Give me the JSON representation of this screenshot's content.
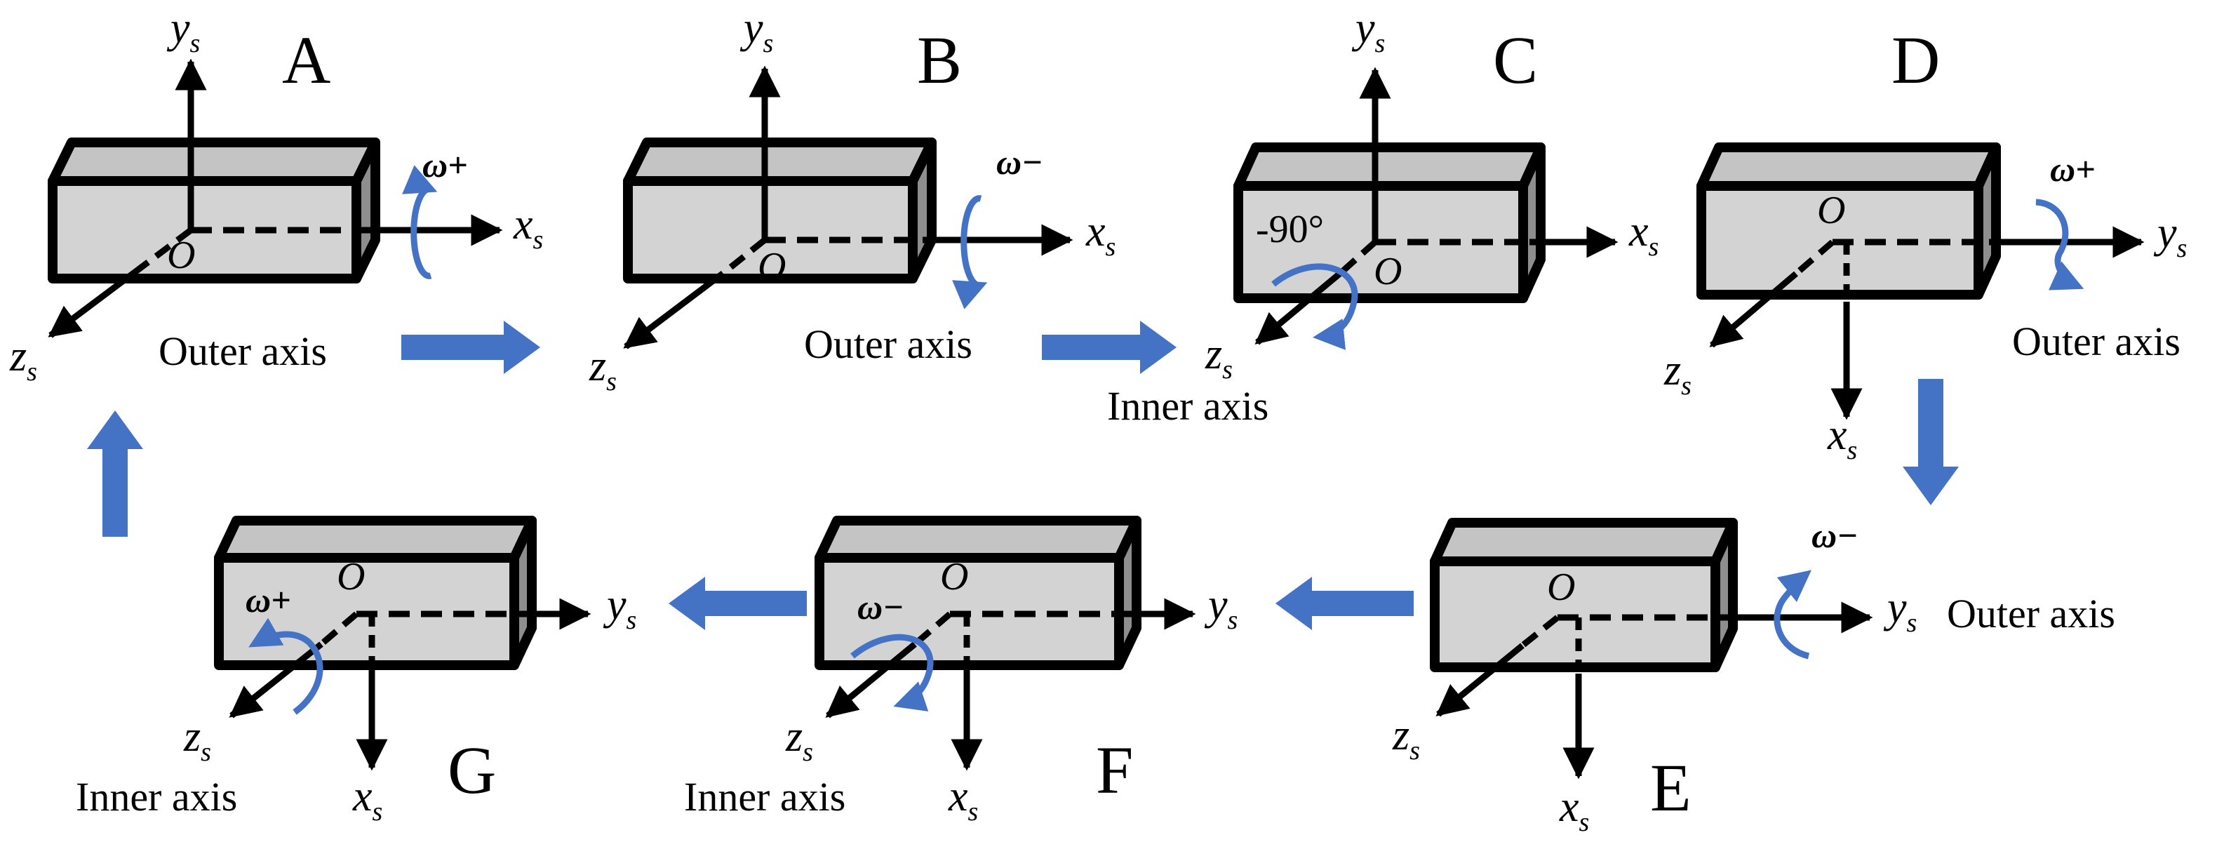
{
  "panels": [
    {
      "letter": "A",
      "x_axis": "x",
      "y_axis": "y",
      "z_axis": "z",
      "axis_subscript": "s",
      "origin": "O",
      "omega": "ω+",
      "axis_note": "Outer axis"
    },
    {
      "letter": "B",
      "x_axis": "x",
      "y_axis": "y",
      "z_axis": "z",
      "axis_subscript": "s",
      "origin": "O",
      "omega": "ω−",
      "axis_note": "Outer axis"
    },
    {
      "letter": "C",
      "x_axis": "x",
      "y_axis": "y",
      "z_axis": "z",
      "axis_subscript": "s",
      "origin": "O",
      "angle": "-90°",
      "axis_note": "Inner axis"
    },
    {
      "letter": "D",
      "x_axis": "x",
      "y_axis": "y",
      "z_axis": "z",
      "axis_subscript": "s",
      "origin": "O",
      "omega": "ω+",
      "axis_note": "Outer axis"
    },
    {
      "letter": "E",
      "x_axis": "x",
      "y_axis": "y",
      "z_axis": "z",
      "axis_subscript": "s",
      "origin": "O",
      "omega": "ω−",
      "axis_note": "Outer axis"
    },
    {
      "letter": "F",
      "x_axis": "x",
      "y_axis": "y",
      "z_axis": "z",
      "axis_subscript": "s",
      "origin": "O",
      "omega": "ω−",
      "axis_note": "Inner axis"
    },
    {
      "letter": "G",
      "x_axis": "x",
      "y_axis": "y",
      "z_axis": "z",
      "axis_subscript": "s",
      "origin": "O",
      "omega": "ω+",
      "axis_note": "Inner axis"
    }
  ],
  "colors": {
    "box_front": "#d3d3d3",
    "box_top": "#c4c4c4",
    "box_side": "#8e8e8e",
    "rotation_arrow": "#4472c4",
    "flow_arrow": "#4472c4",
    "ink": "#000000"
  }
}
